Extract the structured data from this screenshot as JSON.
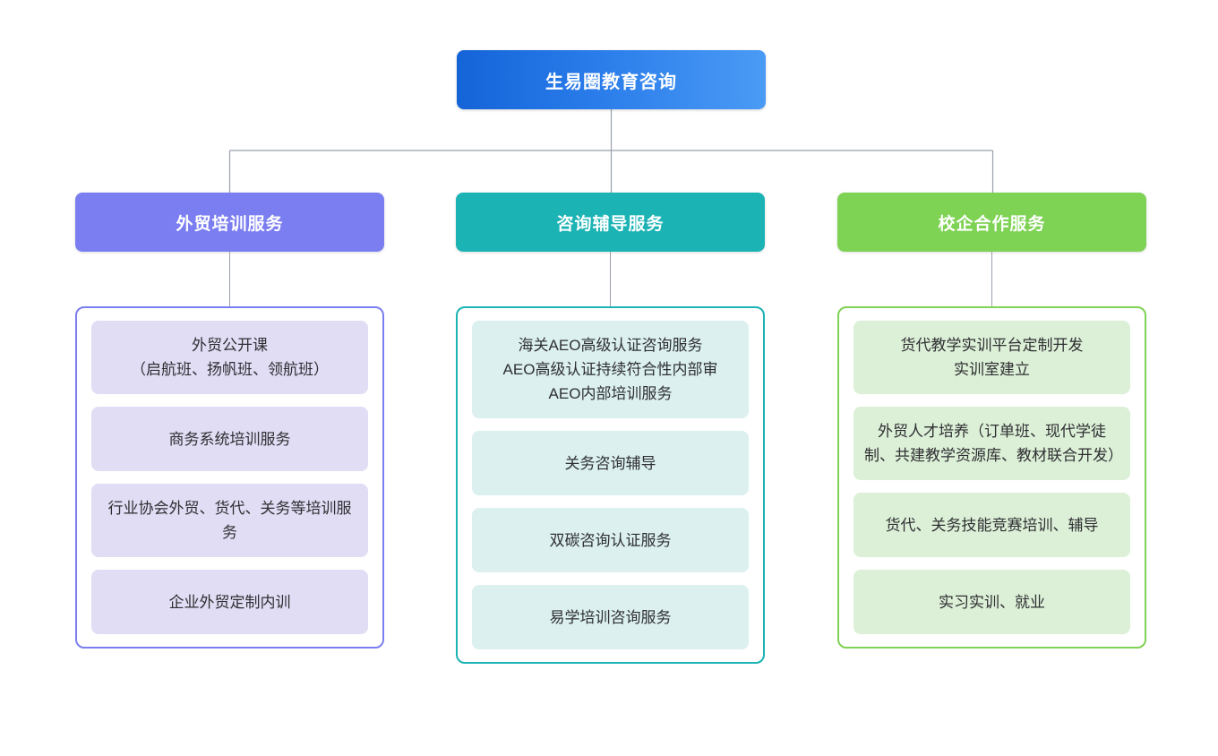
{
  "diagram": {
    "type": "organization-chart",
    "root": {
      "label": "生易圈教育咨询",
      "color": "#2a7cea"
    },
    "branches": [
      {
        "label": "外贸培训服务",
        "color": "#7b7ef0",
        "item_fill": "#e0ddf4",
        "items": [
          {
            "label": "外贸公开课\n（启航班、扬帆班、领航班）"
          },
          {
            "label": "商务系统培训服务"
          },
          {
            "label": "行业协会外贸、货代、关务等培训服务"
          },
          {
            "label": "企业外贸定制内训"
          }
        ]
      },
      {
        "label": "咨询辅导服务",
        "color": "#1cb3b5",
        "item_fill": "#dbf0ef",
        "items": [
          {
            "label": "海关AEO高级认证咨询服务\nAEO高级认证持续符合性内部审\nAEO内部培训服务"
          },
          {
            "label": "关务咨询辅导"
          },
          {
            "label": "双碳咨询认证服务"
          },
          {
            "label": "易学培训咨询服务"
          }
        ]
      },
      {
        "label": "校企合作服务",
        "color": "#7ed254",
        "item_fill": "#dcf0d7",
        "items": [
          {
            "label": "货代教学实训平台定制开发\n实训室建立"
          },
          {
            "label": "外贸人才培养（订单班、现代学徒制、共建教学资源库、教材联合开发）"
          },
          {
            "label": "货代、关务技能竞赛培训、辅导"
          },
          {
            "label": "实习实训、就业"
          }
        ]
      }
    ],
    "connector_color": "#9aa0ae"
  }
}
